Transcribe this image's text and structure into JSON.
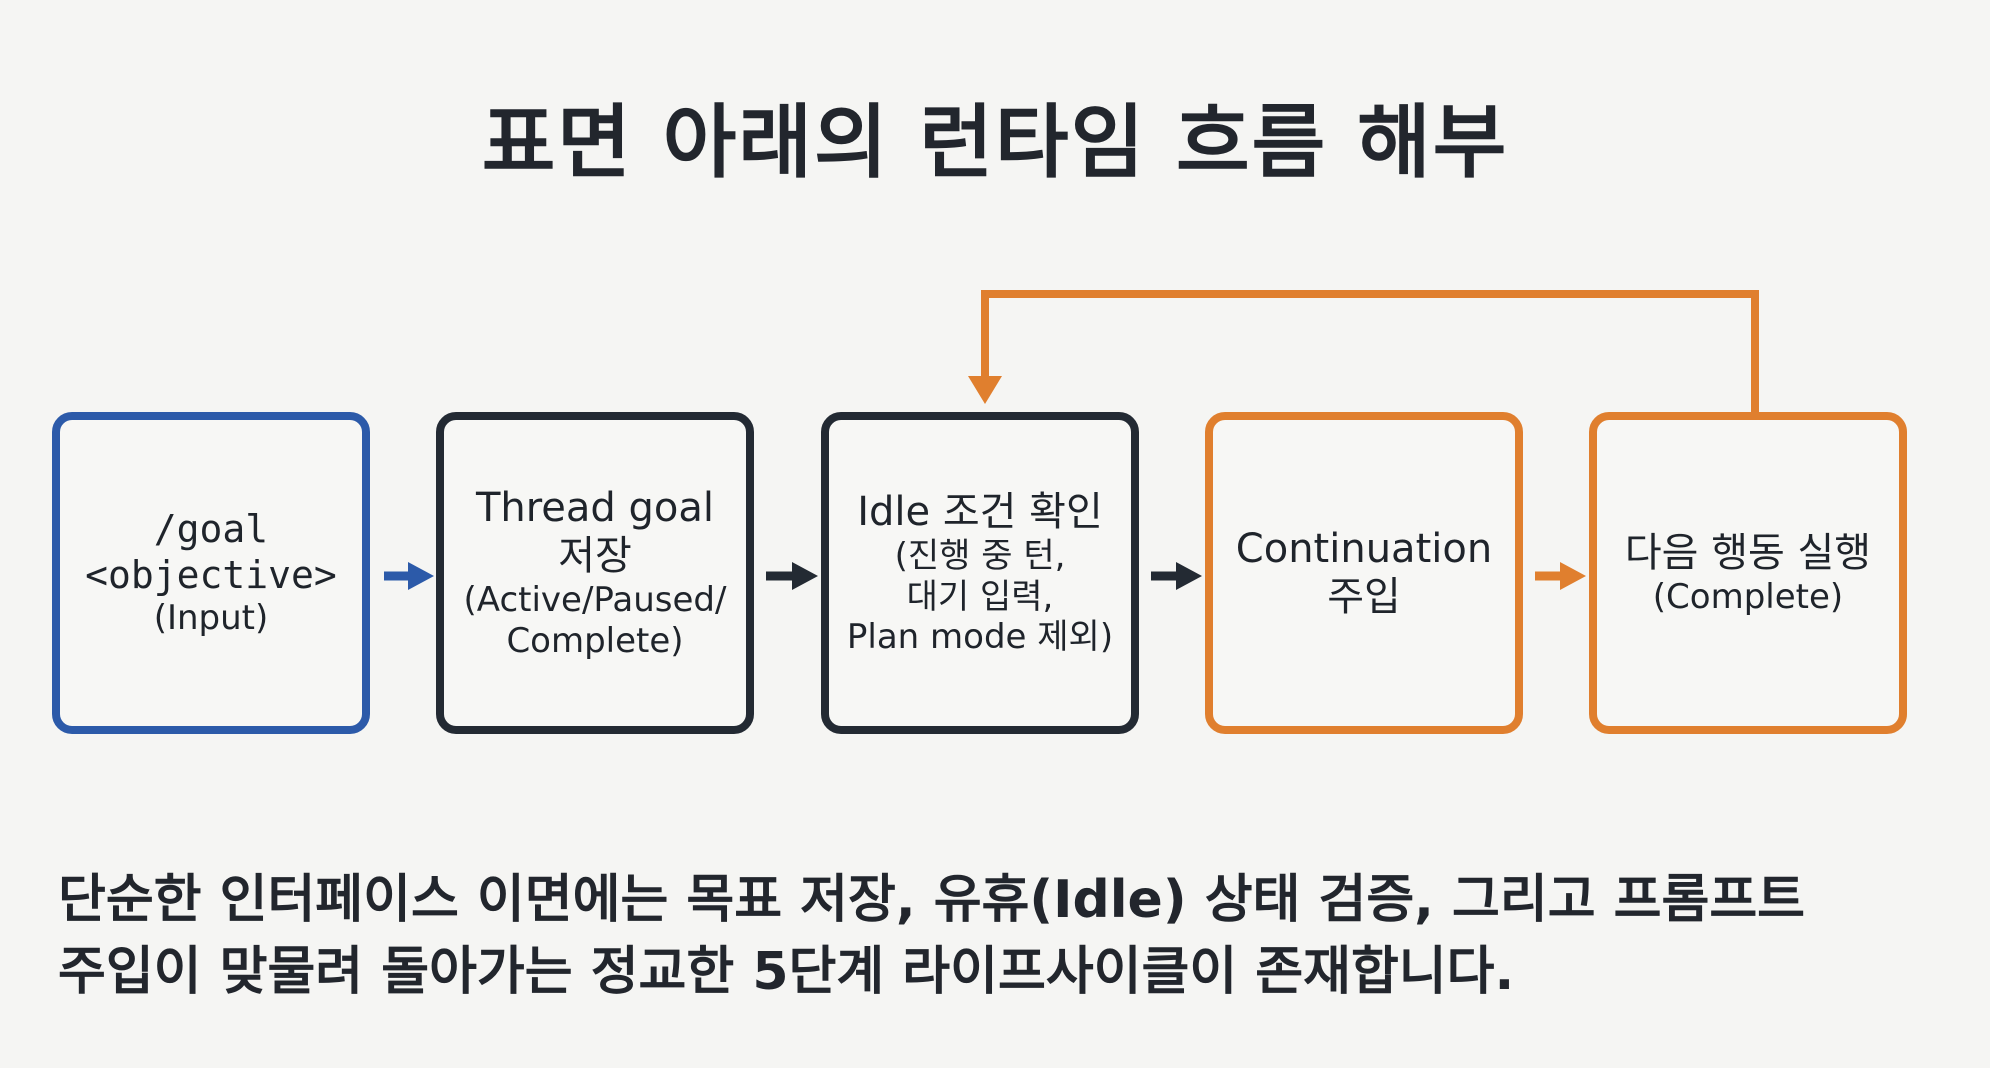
{
  "title": "표면 아래의 런타임 흐름 해부",
  "colors": {
    "blue": "#2c5aa9",
    "dark": "#232a33",
    "orange": "#e07f2e"
  },
  "steps": [
    {
      "lines": [
        "/goal",
        "<objective>"
      ],
      "sub": [
        "(Input)"
      ]
    },
    {
      "lines": [
        "Thread goal",
        "저장"
      ],
      "sub": [
        "(Active/Paused/",
        "Complete)"
      ]
    },
    {
      "lines": [
        "Idle 조건 확인"
      ],
      "sub": [
        "(진행 중 턴,",
        "대기 입력,",
        "Plan mode 제외)"
      ]
    },
    {
      "lines": [
        "Continuation",
        "주입"
      ],
      "sub": []
    },
    {
      "lines": [
        "다음 행동 실행"
      ],
      "sub": [
        "(Complete)"
      ]
    }
  ],
  "caption": {
    "line1": "단순한 인터페이스 이면에는 목표 저장, 유휴(Idle) 상태 검증, 그리고 프롬프트",
    "line2": "주입이 맞물려 돌아가는 정교한 5단계 라이프사이클이 존재합니다."
  }
}
